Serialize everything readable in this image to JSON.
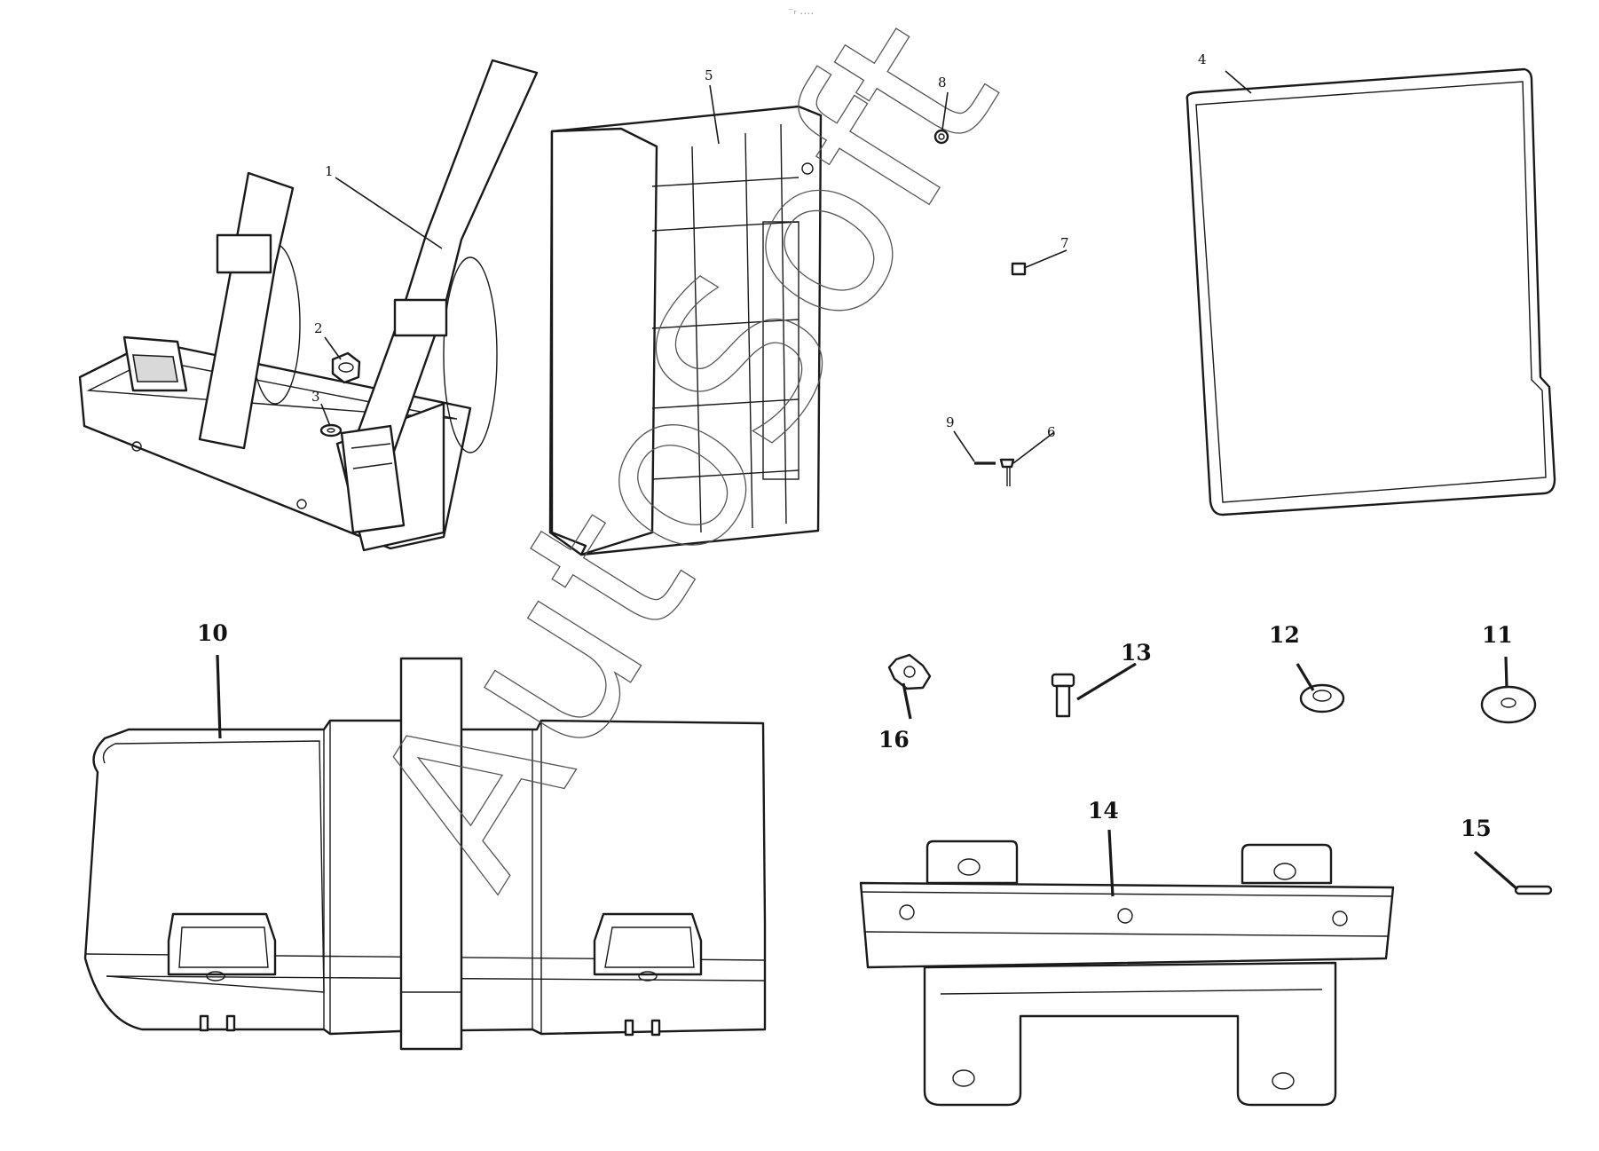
{
  "header": {
    "dots": "⁻ᵣ ‥‥"
  },
  "watermark": {
    "text": "AutoSoft"
  },
  "callouts": {
    "c1": "1",
    "c2": "2",
    "c3": "3",
    "c4": "4",
    "c5": "5",
    "c6": "6",
    "c7": "7",
    "c8": "8",
    "c9": "9",
    "c10": "10",
    "c11": "11",
    "c12": "12",
    "c13": "13",
    "c14": "14",
    "c15": "15",
    "c16": "16"
  },
  "colors": {
    "line": "#1a1a1a",
    "background": "#ffffff",
    "watermark": "#555555"
  }
}
